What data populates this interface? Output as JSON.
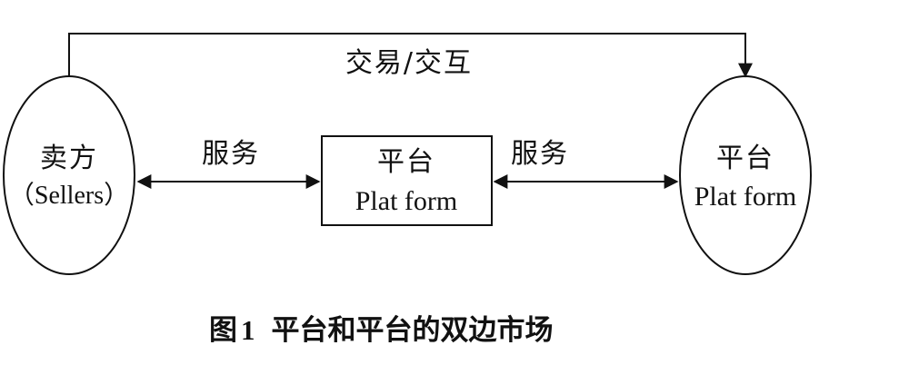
{
  "diagram": {
    "top_link_label": "交易/交互",
    "left_node": {
      "line1": "卖方",
      "line2": "（Sellers）"
    },
    "left_edge_label": "服务",
    "center_node": {
      "line1": "平台",
      "line2": "Plat form"
    },
    "right_edge_label": "服务",
    "right_node": {
      "line1": "平台",
      "line2": "Plat form"
    }
  },
  "caption": {
    "prefix": "图",
    "number": "1",
    "text": "平台和平台的双边市场"
  }
}
